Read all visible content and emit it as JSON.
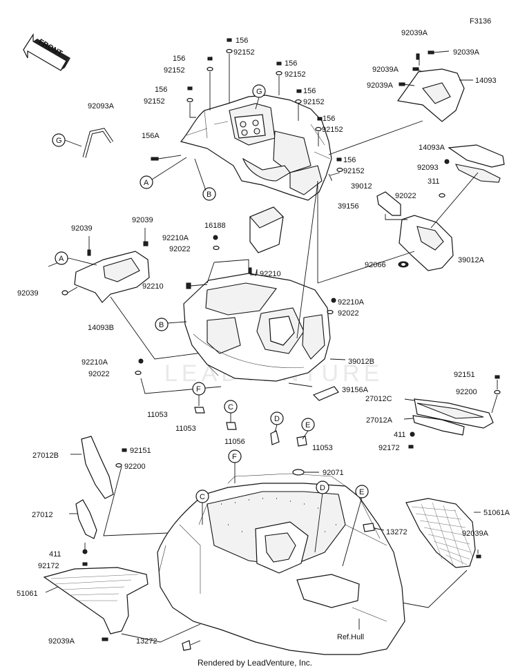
{
  "diagram": {
    "figure_code": "F3136",
    "front_label": "FRONT",
    "watermark": "LEADVENTURE",
    "reference_text": "Ref.Hull",
    "footer": "Rendered by LeadVenture, Inc.",
    "part_labels": [
      "92039A",
      "92039A",
      "92039A",
      "92039A",
      "14093",
      "156",
      "92152",
      "156",
      "92152",
      "156",
      "92152",
      "156",
      "92152",
      "156",
      "92152",
      "156",
      "92152",
      "156",
      "92152",
      "156A",
      "92093A",
      "14093A",
      "92093",
      "311",
      "92022",
      "39156",
      "39012",
      "92039",
      "92039",
      "92039",
      "14093B",
      "16188",
      "92210A",
      "92022",
      "92210",
      "92210",
      "92210A",
      "92022",
      "39012A",
      "92066",
      "39012B",
      "92210A",
      "92022",
      "39156A",
      "92151",
      "92200",
      "27012C",
      "27012A",
      "411",
      "92172",
      "11053",
      "11053",
      "11056",
      "11053",
      "27012B",
      "92151",
      "92200",
      "92071",
      "51061A",
      "13272",
      "92039A",
      "27012",
      "411",
      "92172",
      "51061",
      "92039A",
      "13272"
    ],
    "callouts": [
      "A",
      "A",
      "B",
      "B",
      "C",
      "C",
      "D",
      "D",
      "E",
      "E",
      "F",
      "F",
      "G",
      "G"
    ]
  }
}
